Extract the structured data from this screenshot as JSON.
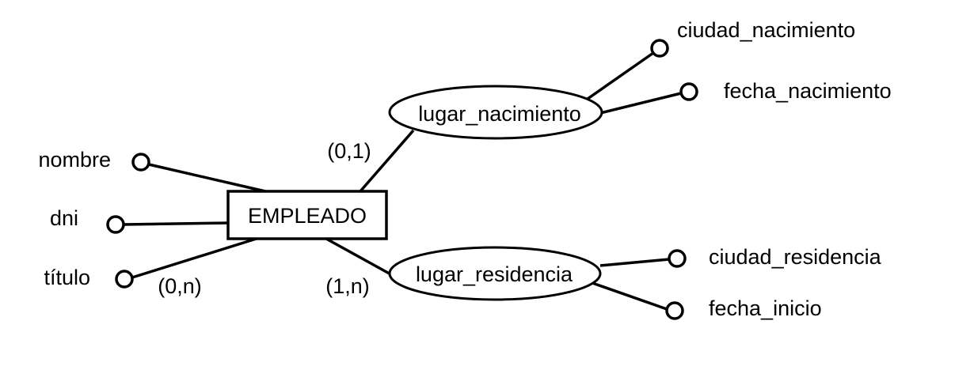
{
  "entity": {
    "name": "EMPLEADO",
    "attributes": [
      "nombre",
      "dni",
      "título"
    ]
  },
  "relationships": [
    {
      "name": "lugar_nacimiento",
      "cardinality": "(0,1)",
      "attributes": [
        "ciudad_nacimiento",
        "fecha_nacimiento"
      ]
    },
    {
      "name": "lugar_residencia",
      "cardinality": "(1,n)",
      "attributes": [
        "ciudad_residencia",
        "fecha_inicio"
      ]
    }
  ],
  "attribute_cardinality": "(0,n)"
}
